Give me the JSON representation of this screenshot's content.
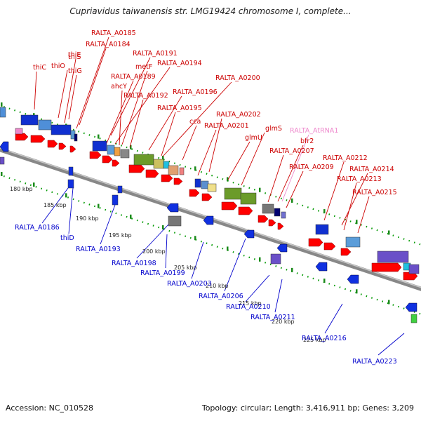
{
  "map": {
    "title": "Cupriavidus taiwanensis str. LMG19424 chromosome I, complete...",
    "accession": "Accession: NC_010528",
    "summary": "Topology: circular; Length: 3,416,911 bp; Genes: 3,209",
    "colors": {
      "forward_label": "#cc0000",
      "reverse_label": "#0000cc",
      "rna_label": "#ee88cc",
      "backbone": "#999999",
      "tick": "#009900"
    },
    "kbp_ticks": [
      "180 kbp",
      "185 kbp",
      "190 kbp",
      "195 kbp",
      "200 kbp",
      "205 kbp",
      "210 kbp",
      "215 kbp",
      "220 kbp",
      "225 kbp"
    ],
    "forward_labels": [
      "RALTA_A0185",
      "RALTA_A0184",
      "thiE",
      "thiS",
      "thiO",
      "thiC",
      "thiG",
      "RALTA_A0191",
      "RALTA_A0194",
      "metF",
      "RALTA_A0189",
      "ahcY",
      "RALTA_A0192",
      "RALTA_A0196",
      "RALTA_A0200",
      "RALTA_A0195",
      "cca",
      "RALTA_A0202",
      "RALTA_A0201",
      "glmS",
      "glmU",
      "bfr2",
      "RALTA_A0207",
      "RALTA_A0209",
      "RALTA_A0212",
      "RALTA_A0214",
      "RALTA_A0213",
      "RALTA_A0215"
    ],
    "rna_labels": [
      "RALTA_AtRNA1"
    ],
    "reverse_labels": [
      "RALTA_A0186",
      "thiD",
      "RALTA_A0193",
      "RALTA_A0198",
      "RALTA_A0199",
      "RALTA_A0203",
      "RALTA_A0206",
      "RALTA_A0210",
      "RALTA_A0211",
      "RALTA_A0216",
      "RALTA_A0223"
    ]
  }
}
